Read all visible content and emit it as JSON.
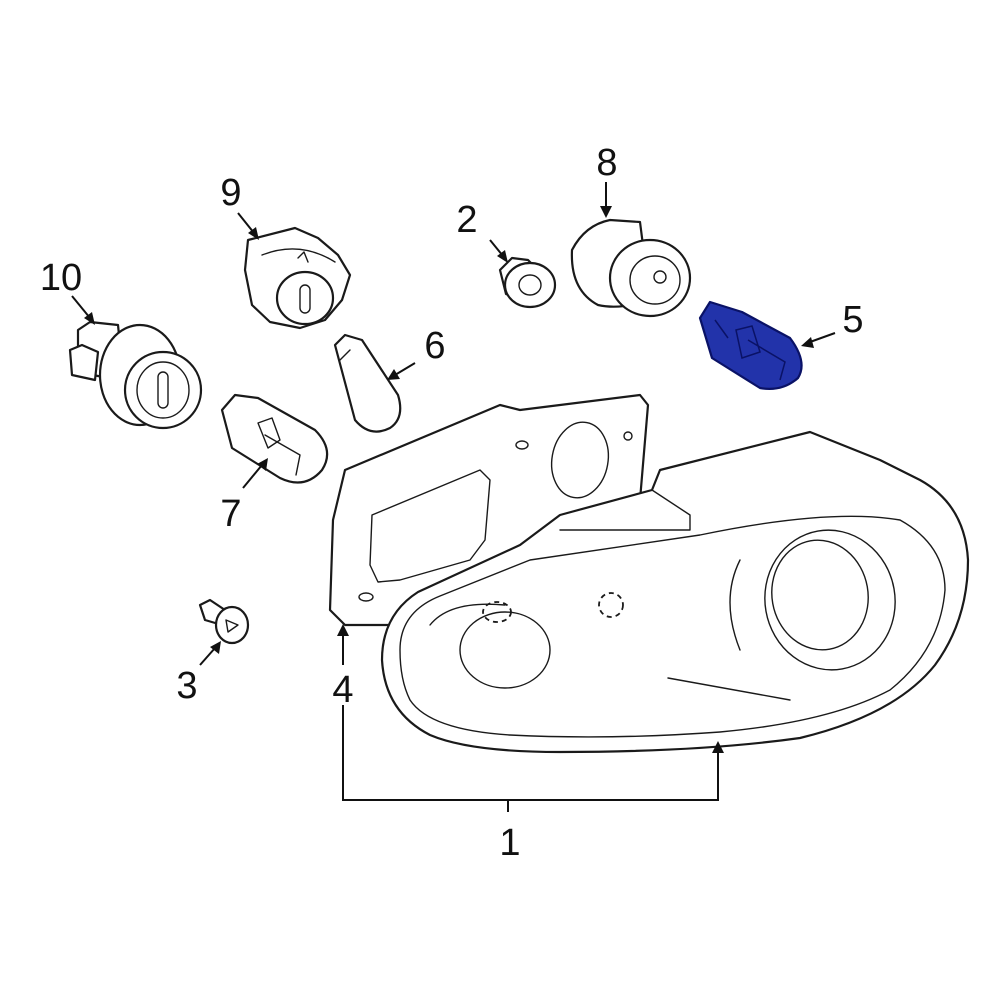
{
  "diagram": {
    "highlight_color": "#2233aa",
    "callouts": [
      {
        "id": "1",
        "part": "headlamp-assembly"
      },
      {
        "id": "2",
        "part": "nut"
      },
      {
        "id": "3",
        "part": "push-pin-retainer"
      },
      {
        "id": "4",
        "part": "mounting-bracket"
      },
      {
        "id": "5",
        "part": "bulb-highlighted"
      },
      {
        "id": "6",
        "part": "wedge-bulb"
      },
      {
        "id": "7",
        "part": "bulb"
      },
      {
        "id": "8",
        "part": "bulb-socket"
      },
      {
        "id": "9",
        "part": "socket"
      },
      {
        "id": "10",
        "part": "socket"
      }
    ]
  }
}
